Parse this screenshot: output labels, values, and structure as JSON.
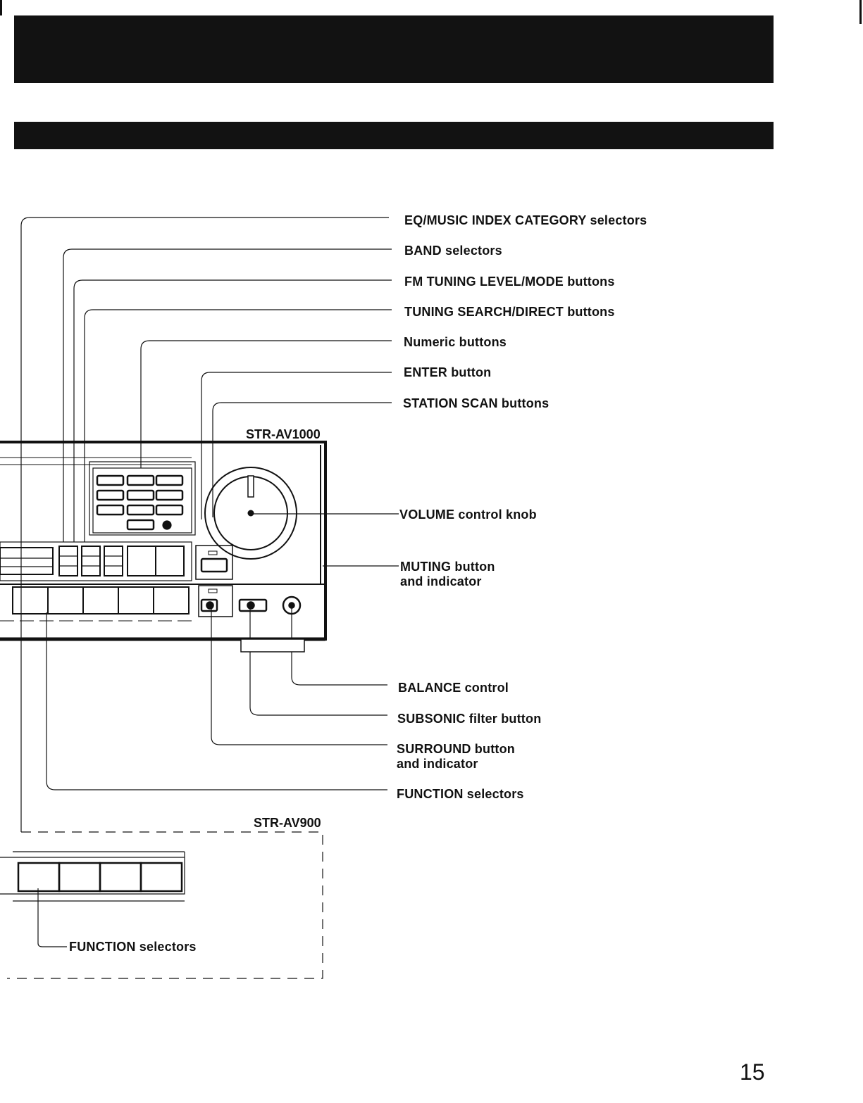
{
  "callouts": {
    "eq_music_index_category": "EQ/MUSIC INDEX CATEGORY selectors",
    "band": "BAND selectors",
    "fm_tuning_level_mode": "FM TUNING LEVEL/MODE buttons",
    "tuning_search_direct": "TUNING SEARCH/DIRECT buttons",
    "numeric": "Numeric buttons",
    "enter": "ENTER button",
    "station_scan": "STATION SCAN buttons",
    "volume": "VOLUME control knob",
    "muting_line1": "MUTING button",
    "muting_line2": "and indicator",
    "balance": "BALANCE control",
    "subsonic": "SUBSONIC filter button",
    "surround_line1": "SURROUND button",
    "surround_line2": "and indicator",
    "function": "FUNCTION selectors",
    "function_av900": "FUNCTION selectors"
  },
  "models": {
    "primary": "STR-AV1000",
    "secondary": "STR-AV900"
  },
  "page_number": "15"
}
